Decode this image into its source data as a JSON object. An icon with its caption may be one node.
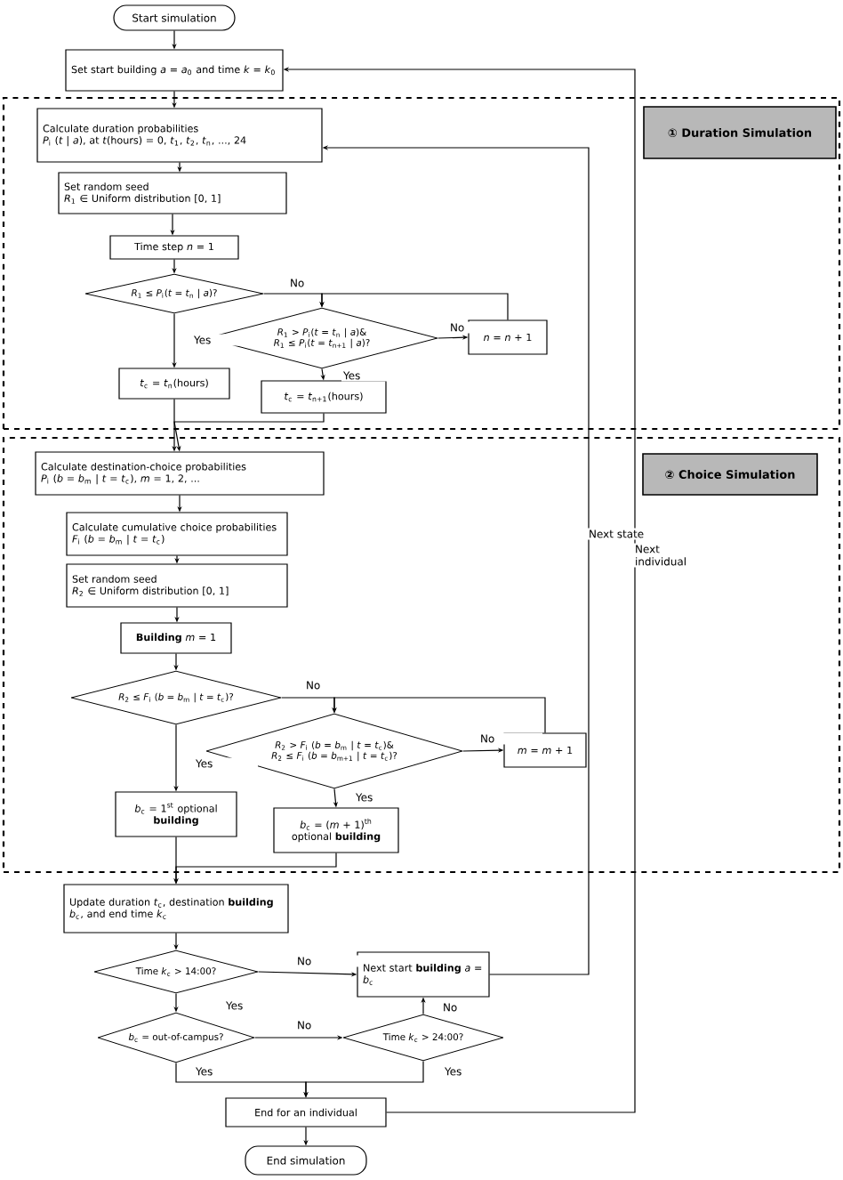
{
  "diagram": {
    "nodes": [
      {
        "text": [
          "Start simulation"
        ]
      },
      {
        "text": [
          "Set start building *a* = *a*$_{0}$ and time *k* = *k*$_{0}$"
        ]
      },
      {
        "text": [],
        "shape": "box"
      },
      {
        "text": [
          "① Duration Simulation"
        ],
        "in": 2
      },
      {
        "text": [
          "Calculate duration probabilities",
          "*P*$_{i}$ (*t* | *a*), at *t*(hours) = 0, *t*$_{1}$, *t*$_{2}$, *t*$_{n}$, ..., 24"
        ],
        "in": 2
      },
      {
        "text": [
          "Set random seed",
          "*R*$_{1}$ ∈ Uniform distribution [0, 1]"
        ],
        "in": 2
      },
      {
        "text": [
          "Time step *n* = 1"
        ],
        "in": 2
      },
      {
        "text": [
          "*R*$_{1}$ ≤ *P*$_{i}$(*t* = *t*$_{n}$ | *a*)?"
        ],
        "in": 2
      },
      {
        "text": [
          "*R*$_{1}$ > *P*$_{i}$(*t* = *t*$_{n}$ | *a*)& *R*$_{1}$ ≤ *P*$_{i}$(*t* = *t*$_{n+1}$ | *a*)?"
        ],
        "in": 2
      },
      {
        "text": [
          "*n* = *n* + 1"
        ],
        "in": 2
      },
      {
        "text": [
          "*t*$_{c}$ = *t*$_{n}$(hours)"
        ],
        "in": 2
      },
      {
        "text": [
          "*t*$_{c}$ = *t*$_{n+1}$(hours)"
        ],
        "in": 2
      },
      {
        "text": [],
        "shape": "box"
      },
      {
        "text": [
          "② Choice Simulation"
        ],
        "in": 12
      },
      {
        "text": [
          "Calculate destination-choice probabilities",
          "*P*$_{i}$ (*b* = *b*$_{m}$ | *t* = *t*$_{c}$), *m* = 1, 2, ..."
        ],
        "in": 12
      },
      {
        "text": [
          "Calculate cumulative choice probabilities *F*$_{i}$ (*b* = *b*$_{m}$ | *t* = *t*$_{c}$)"
        ],
        "in": 12
      },
      {
        "text": [
          "Set random seed",
          "*R*$_{2}$ ∈ Uniform distribution [0, 1]"
        ],
        "in": 12
      },
      {
        "text": [
          "**Building** *m* = 1"
        ],
        "in": 12
      },
      {
        "text": [
          "*R*$_{2}$ ≤ *F*$_{i}$ (*b* = *b*$_{m}$ | *t* = *t*$_{c}$)?"
        ],
        "in": 12
      },
      {
        "text": [
          "*R*$_{2}$ > *F*$_{i}$ (*b* = *b*$_{m}$ | *t* = *t*$_{c}$)& *R*$_{2}$ ≤ *F*$_{i}$ (*b* = *b*$_{m+1}$ | *t* = *t*$_{c}$)?"
        ],
        "in": 12
      },
      {
        "text": [
          "*m* = *m* + 1"
        ],
        "in": 12
      },
      {
        "text": [
          "*b*$_{c}$ = 1$^{st}$ optional **building**"
        ],
        "in": 12
      },
      {
        "text": [
          "*b*$_{c}$ = (*m* + 1)$^{th}$ optional **building**"
        ],
        "in": 12
      },
      {
        "text": [
          "Update duration *t*$_{c}$, destination **building** *b*$_{c}$, and end time *k*$_{c}$"
        ]
      },
      {
        "text": [
          "Time *k*$_{c}$ > 14:00?"
        ]
      },
      {
        "text": [
          "Next start **building** *a* = *b*$_{c}$"
        ]
      },
      {
        "text": [
          "*b*$_{c}$ = out-of-campus?"
        ]
      },
      {
        "text": [
          "Time *k*$_{c}$ > 24:00?"
        ]
      },
      {
        "text": [
          "End for an individual"
        ]
      },
      {
        "text": [
          "End simulation"
        ]
      }
    ],
    "edges": [
      {
        "from": 0,
        "to": 1,
        "arrow": "to"
      },
      {
        "from": 1,
        "to": 4,
        "arrow": "to"
      },
      {
        "from": 4,
        "to": 5,
        "arrow": "to"
      },
      {
        "from": 5,
        "to": 6,
        "arrow": "to"
      },
      {
        "from": 6,
        "to": 7,
        "arrow": "to"
      },
      {
        "from": 7,
        "to": 8,
        "arrow": "to",
        "label": "No"
      },
      {
        "from": 7,
        "to": 10,
        "arrow": "to",
        "label": "Yes"
      },
      {
        "from": 8,
        "to": 9,
        "arrow": "to",
        "label": "No"
      },
      {
        "from": 8,
        "to": 11,
        "arrow": "to",
        "label": "Yes"
      },
      {
        "from": 9,
        "to": 8,
        "arrow": "to"
      },
      {
        "from": 10,
        "to": 14,
        "arrow": "to"
      },
      {
        "from": 11,
        "to": 14,
        "arrow": "to"
      },
      {
        "from": 14,
        "to": 15,
        "arrow": "to"
      },
      {
        "from": 15,
        "to": 16,
        "arrow": "to"
      },
      {
        "from": 16,
        "to": 17,
        "arrow": "to"
      },
      {
        "from": 17,
        "to": 18,
        "arrow": "to"
      },
      {
        "from": 18,
        "to": 19,
        "arrow": "to",
        "label": "No"
      },
      {
        "from": 18,
        "to": 21,
        "arrow": "to",
        "label": "Yes"
      },
      {
        "from": 19,
        "to": 20,
        "arrow": "to",
        "label": "No"
      },
      {
        "from": 19,
        "to": 22,
        "arrow": "to",
        "label": "Yes"
      },
      {
        "from": 20,
        "to": 19,
        "arrow": "to"
      },
      {
        "from": 21,
        "to": 23,
        "arrow": "to"
      },
      {
        "from": 22,
        "to": 23,
        "arrow": "to"
      },
      {
        "from": 23,
        "to": 24,
        "arrow": "to"
      },
      {
        "from": 24,
        "to": 25,
        "arrow": "to",
        "label": "No"
      },
      {
        "from": 24,
        "to": 26,
        "arrow": "to",
        "label": "Yes"
      },
      {
        "from": 26,
        "to": 27,
        "arrow": "to",
        "label": "No"
      },
      {
        "from": 27,
        "to": 25,
        "arrow": "to",
        "label": "No"
      },
      {
        "from": 26,
        "to": 28,
        "arrow": "to",
        "label": "Yes"
      },
      {
        "from": 27,
        "to": 28,
        "arrow": "to",
        "label": "Yes"
      },
      {
        "from": 28,
        "to": 29,
        "arrow": "to"
      },
      {
        "from": 25,
        "to": 4,
        "arrow": "to",
        "label": "Next state"
      },
      {
        "from": 28,
        "to": 1,
        "arrow": "to",
        "label": "Next individual"
      }
    ]
  }
}
